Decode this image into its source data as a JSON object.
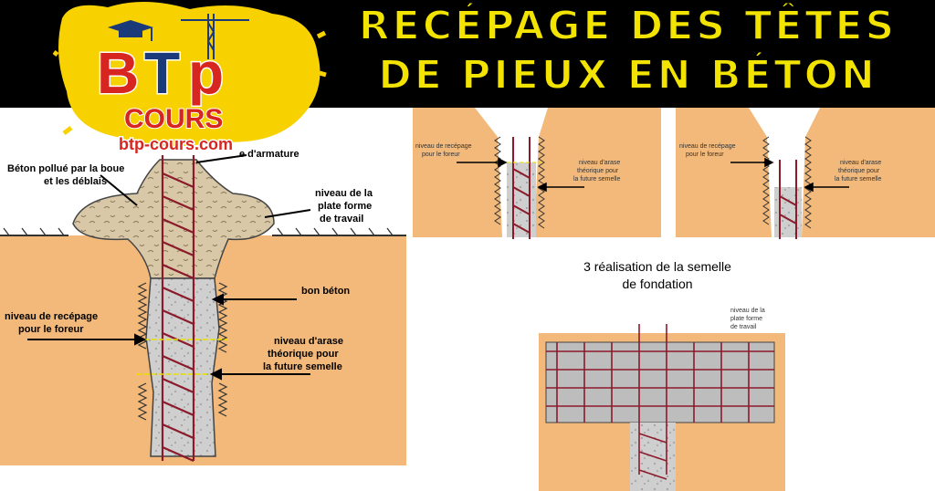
{
  "header": {
    "title_line1": "Recépage des têtes",
    "title_line2": "de pieux en béton"
  },
  "logo": {
    "initials_b": "B",
    "initials_t": "T",
    "initials_p": "p",
    "brand": "COURS",
    "website": "btp-cours.com"
  },
  "left_diagram": {
    "label_armature": "e d'armature",
    "label_beton_pollue_1": "Béton pollué par la boue",
    "label_beton_pollue_2": "et les déblais",
    "label_plateforme_1": "niveau de la",
    "label_plateforme_2": "plate forme",
    "label_plateforme_3": "de travail",
    "label_bon_beton": "bon béton",
    "label_recepage_1": "niveau de recépage",
    "label_recepage_2": "pour le foreur",
    "label_arase_1": "niveau d'arase",
    "label_arase_2": "théorique pour",
    "label_arase_3": "la future semelle"
  },
  "panel_a": {
    "label_recepage_1": "niveau de recépage",
    "label_recepage_2": "pour le foreur",
    "label_arase_1": "niveau d'arase",
    "label_arase_2": "théorique pour",
    "label_arase_3": "la future semelle"
  },
  "panel_b": {
    "label_recepage_1": "niveau de recépage",
    "label_recepage_2": "pour le foreur",
    "label_arase_1": "niveau d'arase",
    "label_arase_2": "théorique pour",
    "label_arase_3": "la future semelle"
  },
  "panel_c": {
    "caption_1": "3 réalisation de la semelle",
    "caption_2": "de fondation",
    "label_plateforme_1": "niveau de la",
    "label_plateforme_2": "plate forme",
    "label_plateforme_3": "de travail"
  },
  "colors": {
    "soil": "#f2b97a",
    "concrete": "#c9c9c9",
    "rebar": "#8b1a2b",
    "title_yellow": "#f2e400",
    "logo_red": "#d7261f",
    "logo_blue": "#1b3a7a"
  }
}
